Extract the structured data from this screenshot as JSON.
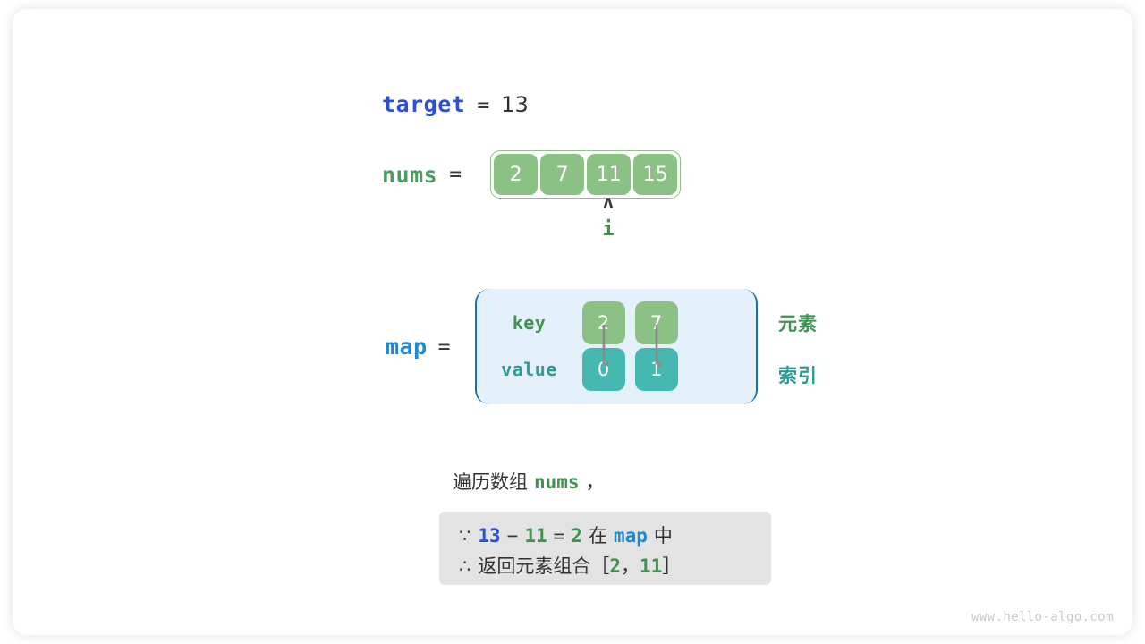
{
  "target": {
    "label": "target",
    "equals": "=",
    "value": "13"
  },
  "nums": {
    "label": "nums",
    "equals": "=",
    "cells": [
      "2",
      "7",
      "11",
      "15"
    ]
  },
  "pointer": {
    "caret": "ʌ",
    "name": "i",
    "points_to_index": 2
  },
  "map": {
    "label": "map",
    "equals": "=",
    "key_label": "key",
    "value_label": "value",
    "keys": [
      "2",
      "7"
    ],
    "values": [
      "0",
      "1"
    ],
    "caption_element": "元素",
    "caption_index": "索引"
  },
  "explanation": {
    "line": "遍历数组",
    "code": "nums",
    "comma": "，",
    "formula": {
      "because_symbol": "∵",
      "therefore_symbol": "∴",
      "target_value": "13",
      "minus": "−",
      "current_value": "11",
      "equals": "=",
      "complement": "2",
      "in_text": "在",
      "map_name": "map",
      "in_suffix": "中",
      "return_text": "返回元素组合",
      "bracket_open": "［",
      "pair_first": "2",
      "pair_sep": "，",
      "pair_second": "11",
      "bracket_close": "］"
    }
  },
  "watermark": "www.hello-algo.com",
  "colors": {
    "green_cell": "#8cc185",
    "teal_cell": "#45b8b0",
    "map_bg": "#e4f0fa",
    "map_border": "#1a6fb5",
    "blue_var": "#2c4fd6",
    "light_blue_var": "#1f8ad0",
    "green_var": "#4a9e5c",
    "formula_bg": "#e3e3e3"
  }
}
